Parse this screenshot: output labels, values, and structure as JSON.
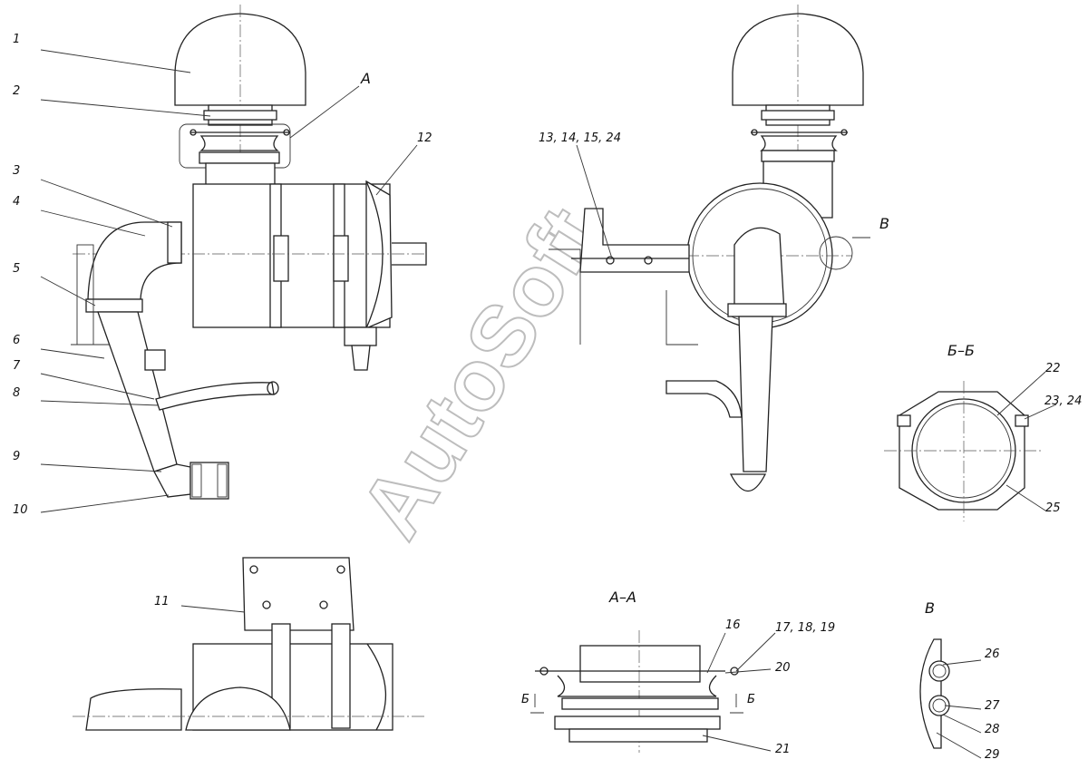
{
  "callouts": {
    "c1": "1",
    "c2": "2",
    "c3": "3",
    "c4": "4",
    "c5": "5",
    "c6": "6",
    "c7": "7",
    "c8": "8",
    "c9": "9",
    "c10": "10",
    "c11": "11",
    "c12": "12",
    "c13": "13, 14, 15, 24",
    "c16": "16",
    "c17": "17, 18, 19",
    "c20": "20",
    "c21": "21",
    "c22": "22",
    "c23": "23, 24",
    "c25": "25",
    "c26": "26",
    "c27": "27",
    "c28": "28",
    "c29": "29"
  },
  "section_marks": {
    "A": "A",
    "V_marker": "В",
    "BB": "Б–Б",
    "AA": "А–А",
    "V_view": "В",
    "B1": "Б",
    "B2": "Б"
  },
  "watermark": "AutoSoft"
}
